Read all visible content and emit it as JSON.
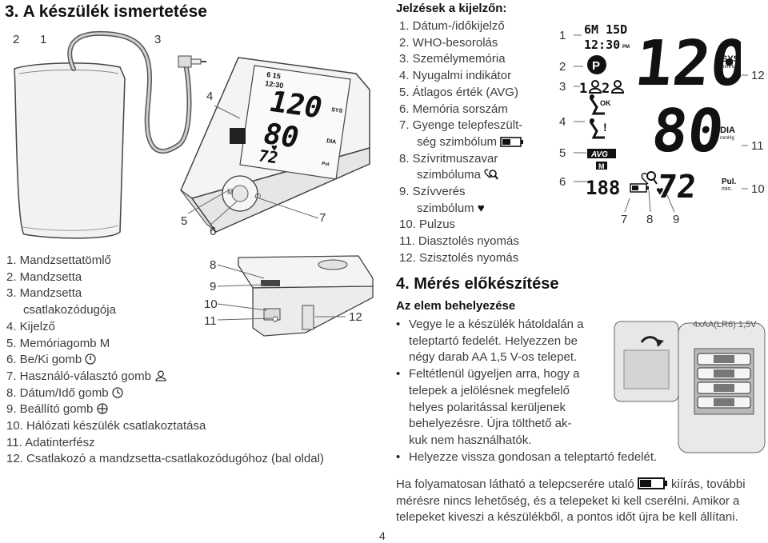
{
  "section3": {
    "title": "3. A készülék ismertetése",
    "callouts": {
      "c2": "2",
      "c1": "1",
      "c3": "3",
      "c4": "4",
      "c5": "5",
      "c6": "6",
      "c7": "7",
      "c8": "8",
      "c9": "9",
      "c10": "10",
      "c11": "11",
      "c12": "12"
    },
    "device_buttons": {
      "m": "M",
      "power": "⏻"
    },
    "parts": [
      "1. Mandzsettatömlő",
      "2. Mandzsetta",
      "3. Mandzsetta",
      "csatlakozódugója",
      "4. Kijelző",
      "5. Memóriagomb M",
      "6. Be/Ki gomb",
      "7. Használó-választó gomb",
      "8. Dátum/Idő gomb",
      "9. Beállító gomb",
      "10. Hálózati készülék csatlakoztatása",
      "11. Adatinterfész",
      "12. Csatlakozó a mandzsetta-csatlakozódugóhoz (bal oldal)"
    ]
  },
  "display_legend": {
    "title": "Jelzések a kijelzőn:",
    "items": [
      "1. Dátum-/időkijelző",
      "2. WHO-besorolás",
      "3. Személymemória",
      "4. Nyugalmi indikátor",
      "5. Átlagos érték (AVG)",
      "6. Memória sorszám",
      "7. Gyenge telepfeszült-",
      "ség szimbólum",
      "8. Szívritmuszavar",
      "szimbóluma",
      "9. Szívverés",
      "szimbólum",
      "10. Pulzus",
      "11. Diasztolés nyomás",
      "12. Szisztolés nyomás"
    ]
  },
  "lcd": {
    "date": "6M 15D",
    "time": "12:30",
    "pm": "PM",
    "sys": "120",
    "dia": "80",
    "pulse": "72",
    "memory": "188",
    "avg": "AVG",
    "mem_badge": "M",
    "ok": "OK",
    "sys_label": "SYS",
    "dia_label": "DIA",
    "pul_label": "Pul.",
    "unit_mmhg": "mmHg",
    "unit_min": "min.",
    "callouts": {
      "c1": "1",
      "c2": "2",
      "c3": "3",
      "c4": "4",
      "c5": "5",
      "c6": "6",
      "c7": "7",
      "c8": "8",
      "c9": "9",
      "c10": "10",
      "c11": "11",
      "c12": "12"
    }
  },
  "device_screen": {
    "date": "6 15",
    "time": "12:30",
    "sys": "120",
    "dia": "80",
    "pulse": "72",
    "sys_label": "SYS",
    "dia_label": "DIA",
    "pul_label": "Pul"
  },
  "section4": {
    "title": "4. Mérés előkészítése",
    "subtitle": "Az elem behelyezése",
    "battery_label": "4xAA(LR6) 1,5V",
    "bullet1": [
      "Vegye le a készülék hátoldalán a",
      "teleptartó fedelét. Helyezzen be",
      "négy darab AA 1,5 V-os telepet."
    ],
    "bullet2": [
      "Feltétlenül ügyeljen arra, hogy a",
      "telepek a jelölésnek megfelelő",
      "helyes polaritással kerüljenek",
      "behelyezésre. Újra tölthető ak-",
      "kuk nem használhatók."
    ],
    "bullet3": "Helyezze vissza gondosan a teleptartó fedelét.",
    "note": [
      "Ha folyamatosan látható a telepcserére utaló",
      "kiírás, további",
      "mérésre nincs lehetőség, és a telepeket ki kell cserélni. Amikor a",
      "telepeket kiveszi a készülékből, a pontos időt újra be kell állítani."
    ]
  },
  "page_number": "4"
}
